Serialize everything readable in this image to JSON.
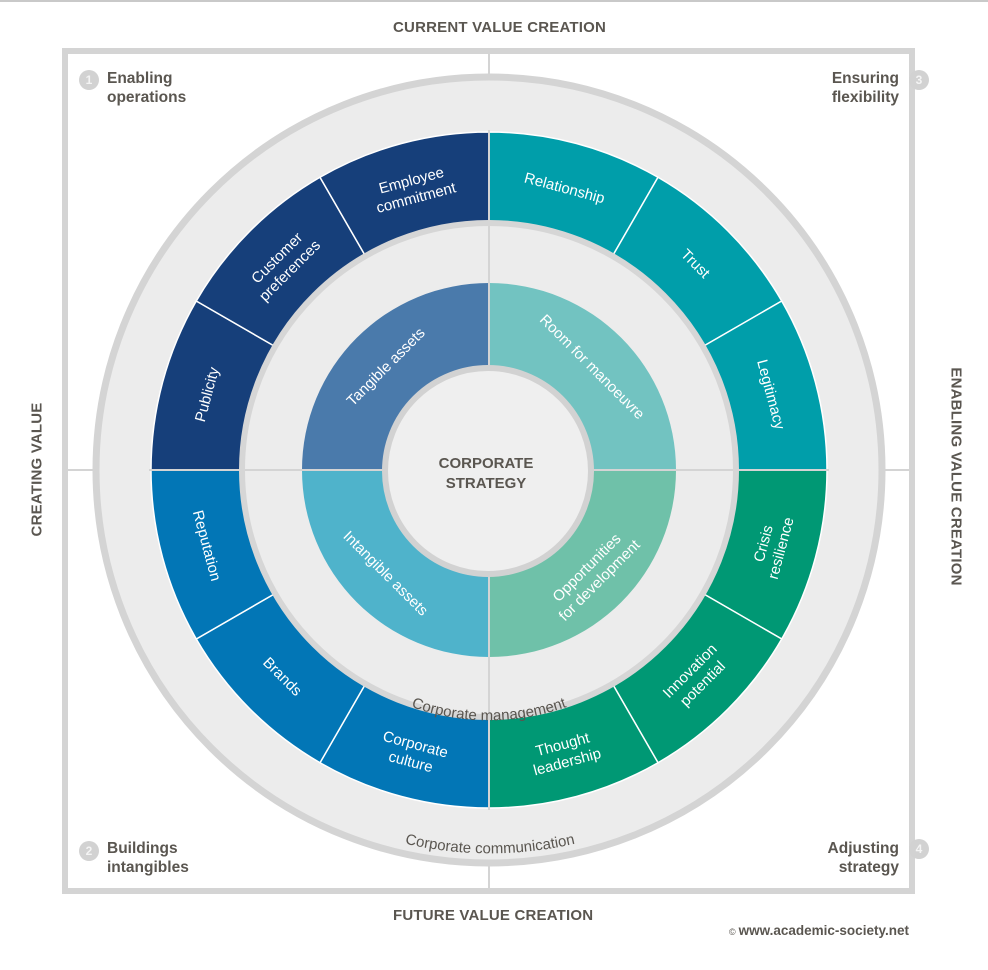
{
  "axes": {
    "top": "CURRENT VALUE CREATION",
    "bottom": "FUTURE VALUE CREATION",
    "left": "CREATING VALUE",
    "right": "ENABLING VALUE CREATION"
  },
  "corners": [
    {
      "number": "1",
      "line1": "Enabling",
      "line2": "operations"
    },
    {
      "number": "2",
      "line1": "Buildings",
      "line2": "intangibles"
    },
    {
      "number": "3",
      "line1": "Ensuring",
      "line2": "flexibility"
    },
    {
      "number": "4",
      "line1": "Adjusting",
      "line2": "strategy"
    }
  ],
  "center": {
    "line1": "CORPORATE",
    "line2": "STRATEGY"
  },
  "inner_ring": {
    "label": "Corporate management",
    "segments": [
      {
        "label": "Tangible assets",
        "color": "#4a7aab"
      },
      {
        "label": "Room for manoeuvre",
        "color": "#72c3c1"
      },
      {
        "label": "Opportunities for development",
        "line1": "Opportunities",
        "line2": "for development",
        "color": "#6fc1a9"
      },
      {
        "label": "Intangible assets",
        "color": "#4fb3cb"
      }
    ]
  },
  "outer_ring": {
    "label": "Corporate communication",
    "quadrants": [
      {
        "name": "top-left",
        "color": "#163f7a",
        "segments": [
          {
            "line1": "Publicity",
            "line2": ""
          },
          {
            "line1": "Customer",
            "line2": "preferences"
          },
          {
            "line1": "Employee",
            "line2": "commitment"
          }
        ]
      },
      {
        "name": "top-right",
        "color": "#009eaa",
        "segments": [
          {
            "line1": "Relationship",
            "line2": ""
          },
          {
            "line1": "Trust",
            "line2": ""
          },
          {
            "line1": "Legitimacy",
            "line2": ""
          }
        ]
      },
      {
        "name": "bottom-right",
        "color": "#009874",
        "segments": [
          {
            "line1": "Crisis",
            "line2": "resilience"
          },
          {
            "line1": "Innovation",
            "line2": "potential"
          },
          {
            "line1": "Thought",
            "line2": "leadership"
          }
        ]
      },
      {
        "name": "bottom-left",
        "color": "#0276b6",
        "segments": [
          {
            "line1": "Corporate",
            "line2": "culture"
          },
          {
            "line1": "Brands",
            "line2": ""
          },
          {
            "line1": "Reputation",
            "line2": ""
          }
        ]
      }
    ]
  },
  "colors": {
    "frame": "#d4d4d4",
    "disc": "#ececec",
    "text": "#5a5650"
  },
  "copyright": {
    "symbol": "©",
    "text": "www.academic-society.net"
  }
}
